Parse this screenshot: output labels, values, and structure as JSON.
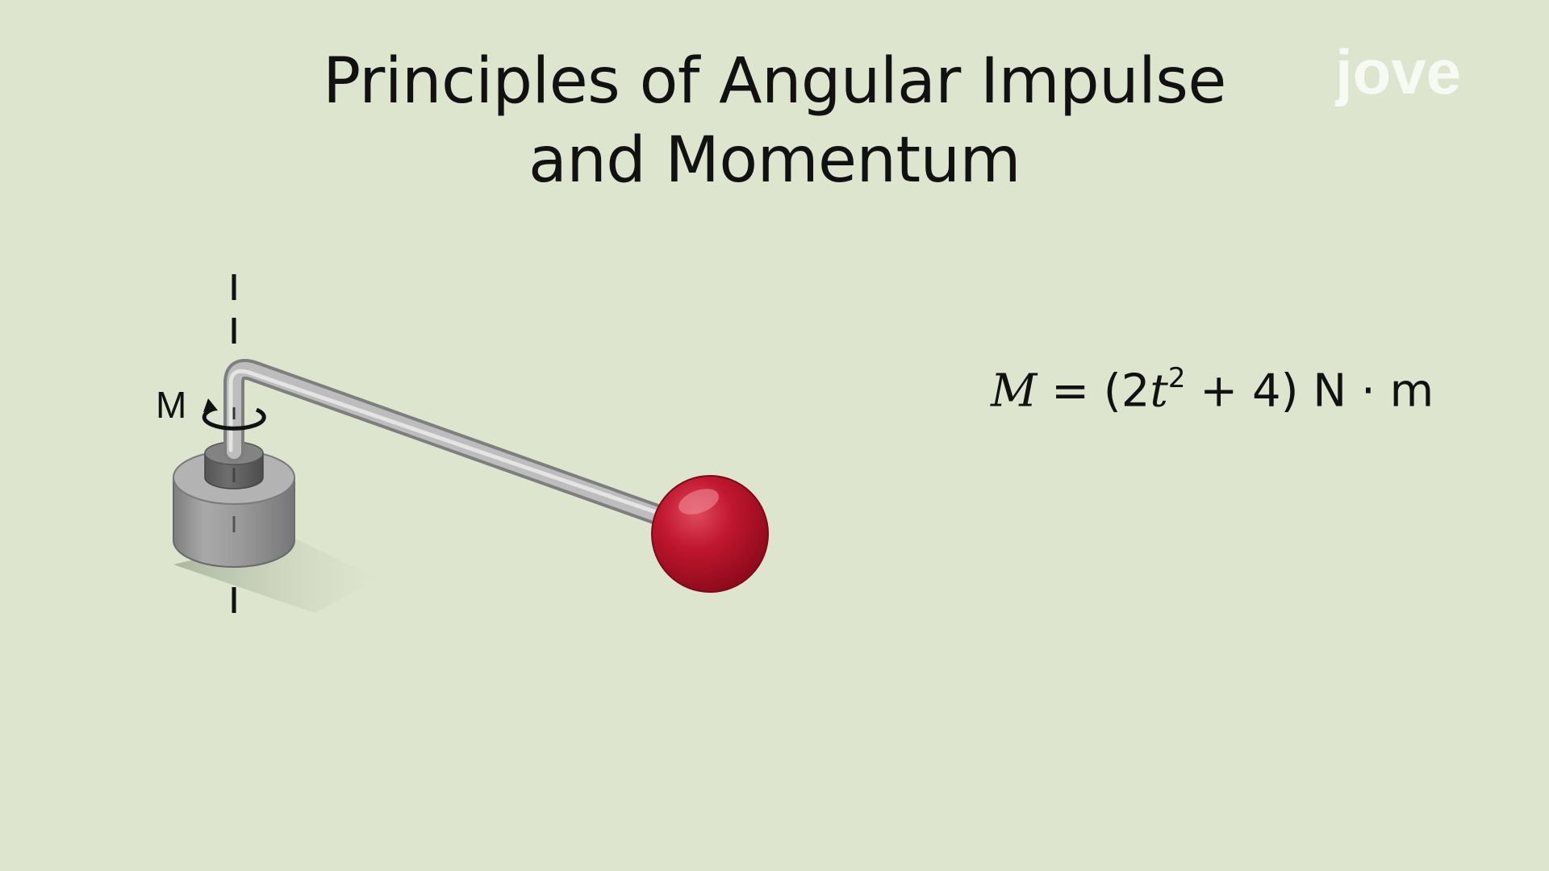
{
  "title": {
    "line1": "Principles of Angular Impulse",
    "line2": "and Momentum"
  },
  "logo": {
    "text": "jove"
  },
  "diagram": {
    "moment_label": "M"
  },
  "equation": {
    "lhs_symbol": "M",
    "equals": " = (2",
    "variable": "t",
    "exponent": "2",
    "rest": " + 4) N · m"
  },
  "colors": {
    "background": "#dde5cf",
    "ball": "#b3122a",
    "rod": "#b9b9b9",
    "base": "#8f8f8f"
  }
}
